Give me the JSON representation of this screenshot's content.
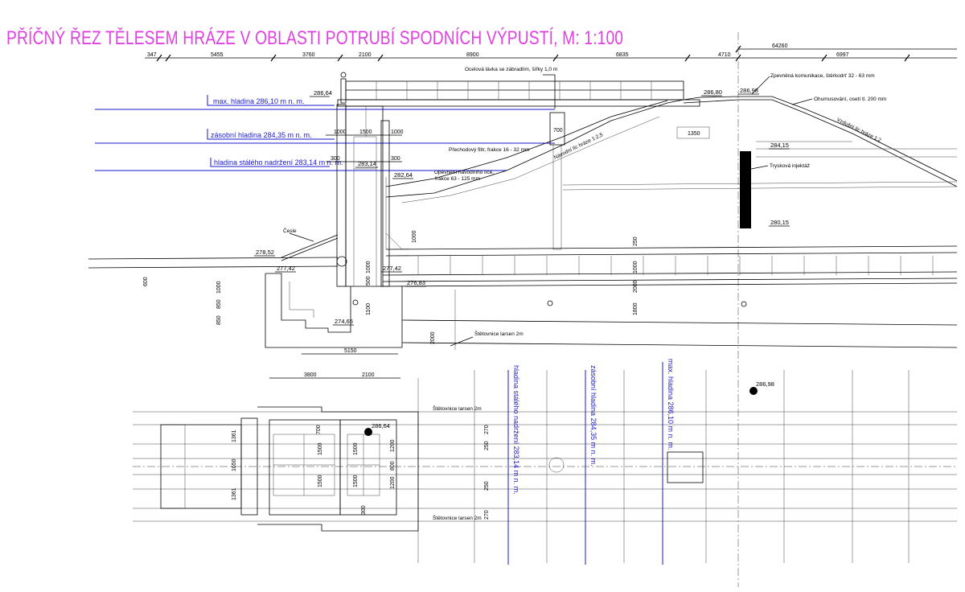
{
  "title": "PŘÍČNÝ ŘEZ TĚLESEM HRÁZE V OBLASTI POTRUBÍ SPODNÍCH VÝPUSTÍ, M: 1:100",
  "water_levels": {
    "max": "max. hladina 286,10 m n. m.",
    "reserve": "zásobní hladina 284,35 m n. m.",
    "permanent": "hladina stálého nadržení 283,14 m n. m."
  },
  "plan_water_levels": {
    "permanent": "hladina stálého nadržení 283,14 m n. m.",
    "reserve": "zásobní hladina 284,35 m n. m.",
    "max": "max. hladina 286,10 m n. m."
  },
  "top_dimensions": {
    "total": "64260",
    "d1": "347",
    "d2": "5455",
    "d3": "3760",
    "d4": "2100",
    "d5": "8900",
    "d6": "6835",
    "d7": "4710",
    "d8": "6997"
  },
  "elevations": {
    "e1": "286,64",
    "e2": "286,80",
    "e3": "286,98",
    "e4": "283,14",
    "e5": "282,64",
    "e6": "284,15",
    "e7": "280,15",
    "e8": "278,52",
    "e9": "277,42",
    "e10": "277,42",
    "e11": "276,83",
    "e12": "274,65",
    "e13": "286,64",
    "e14": "286,98"
  },
  "annotations": {
    "footbridge": "Ocelová lávka se zábradlím, šířky 1,0 m",
    "pavement": "Zpevněná komunikace, štěrkodrť 32 - 63 mm",
    "topsoil": "Ohumusování, osetí tl. 200 mm",
    "air_slope": "Vzdušní líc hráze 1:2",
    "water_slope": "Návodní líc hráze 1:2,5",
    "filter": "Přechodový filtr, frakce 16 - 32 mm",
    "revetment_1": "Opevnění návodního líce,",
    "revetment_2": "frakce 63 - 125 mm",
    "jet_grouting": "Trysková injektáž",
    "trash_rack": "Česle",
    "sheet_piles": "Štětovnice larsen 2m",
    "plan_sheet_top": "Štětovnice larsen 2m",
    "plan_sheet_bottom": "Štětovnice larsen 2m"
  },
  "small_dimensions": {
    "w1000a": "1000",
    "w1500": "1500",
    "w1000b": "1000",
    "w300a": "300",
    "w300b": "300",
    "w700": "700",
    "w1350": "1350",
    "v1000a": "1000",
    "v250": "250",
    "v1000b": "1000",
    "v1000c": "1000",
    "v2000": "2000",
    "v1800": "1800",
    "v600": "600",
    "v1000d": "1000",
    "v850a": "850",
    "v850b": "850",
    "v500": "500",
    "v1100": "1100",
    "v2000b": "2000",
    "h5150": "5150"
  },
  "plan_dimensions": {
    "p3800": "3800",
    "p2100": "2100",
    "p1361a": "1361",
    "p1650": "1650",
    "p1361b": "1361",
    "p1500a": "1500",
    "p1500b": "1500",
    "p1500c": "1500",
    "p1500d": "1500",
    "p700": "700",
    "p300": "300",
    "p1200a": "1200",
    "p1200b": "1200",
    "p270a": "270",
    "p270b": "270",
    "p250a": "250",
    "p250b": "250",
    "p800": "800"
  },
  "colors": {
    "title": "#e040e0",
    "water": "#1a1ad0",
    "lines": "#000000"
  }
}
